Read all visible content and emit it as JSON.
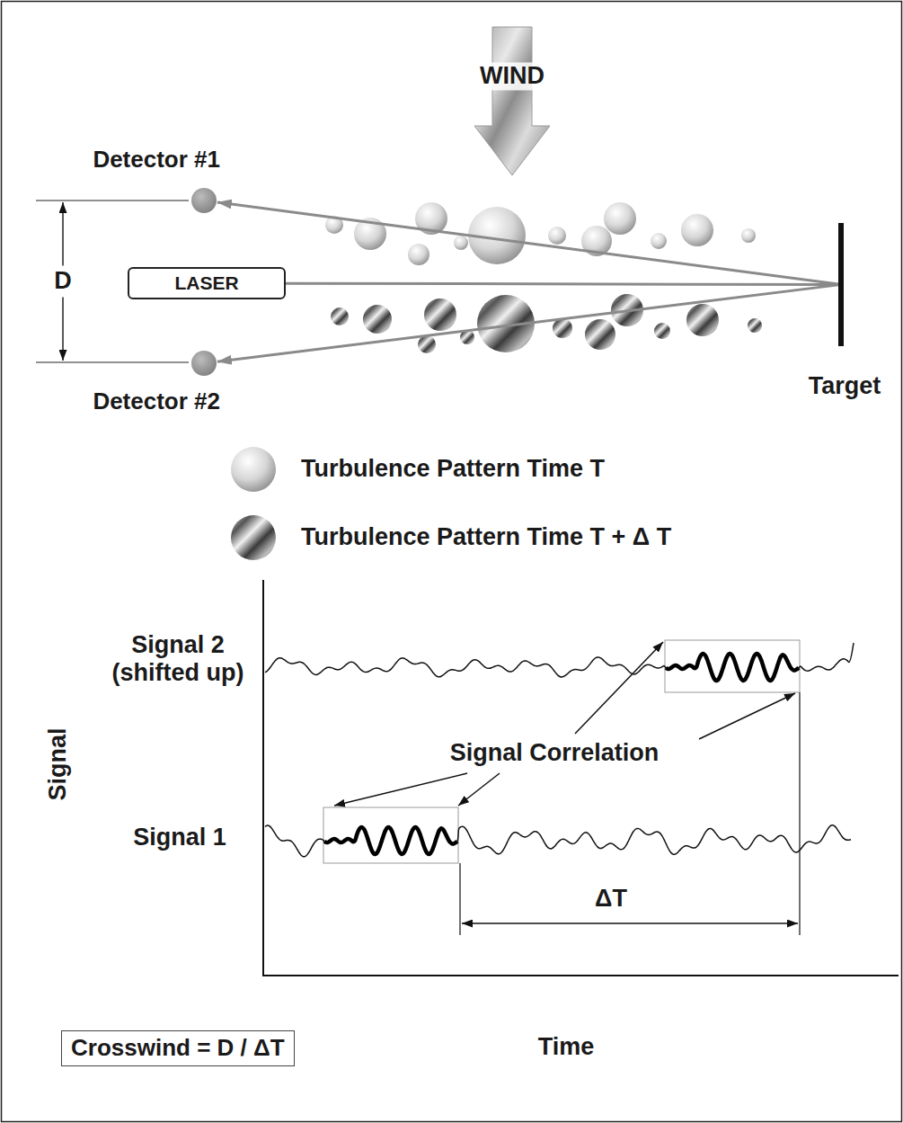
{
  "diagram": {
    "nodes": [
      {
        "text": [
          "Detector #1"
        ]
      },
      {
        "text": [
          "LASER"
        ]
      },
      {
        "text": [
          "Detector #2"
        ]
      },
      {
        "text": [
          "Target"
        ]
      },
      {
        "text": [
          "Crosswind = D / ΔT"
        ]
      }
    ],
    "edges": [
      {
        "from": 3,
        "to": 0,
        "arrow": "to"
      },
      {
        "from": 1,
        "to": 3,
        "arrow": "none"
      },
      {
        "from": 3,
        "to": 2,
        "arrow": "to"
      }
    ],
    "labels": [
      "WIND",
      "D",
      "Signal 2 (shifted up)",
      "Signal Correlation",
      "Signal 1",
      "ΔT",
      "Signal",
      "Time"
    ],
    "legend": [
      {
        "text": "Turbulence Pattern Time T"
      },
      {
        "text": "Turbulence Pattern Time T + Δ T"
      }
    ]
  }
}
